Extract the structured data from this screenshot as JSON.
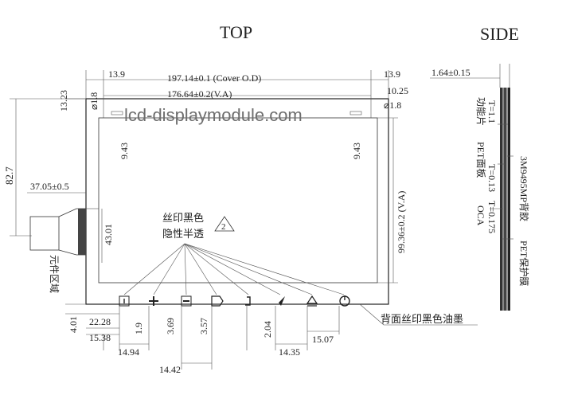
{
  "views": {
    "top": "TOP",
    "side": "SIDE"
  },
  "watermark": "lcd-displaymodule.com",
  "top_view": {
    "dims": {
      "margin_left": "13.9",
      "cover_od": "197.14±0.1 (Cover O.D)",
      "margin_right": "13.9",
      "va_width": "176.64±0.2(V.A)",
      "right_offset": "10.25",
      "left_offset_vertical": "13.23",
      "hole_left": "⌀1.8",
      "hole_right": "⌀1.8",
      "inner_left": "9.43",
      "inner_right": "9.43",
      "overall_height": "82.7",
      "fpc_width": "37.05±0.5",
      "fpc_height": "43.01",
      "va_height": "99.36±0.2 (V.A)",
      "bottom_offset": "4.01",
      "d1": "22.28",
      "d2": "1.9",
      "d3": "3.69",
      "d4": "3.57",
      "d5": "2.04",
      "d6": "15.07",
      "d7": "15.38",
      "d8": "14.94",
      "d9": "14.35",
      "d10": "14.42"
    },
    "notes": {
      "silk_line1": "丝印黑色",
      "silk_line2": "隐性半透",
      "callout_number": "2",
      "component_area": "元件区域",
      "back_ink": "背面丝印黑色油墨"
    }
  },
  "side_view": {
    "thickness": "1.64±0.15",
    "layer1_label": "功能片",
    "layer1_t": "T=1.1",
    "layer2_label": "PET面板",
    "layer3_label": "3M9495MP背胶",
    "layer3_t": "T=0.13",
    "layer4_label": "OCA",
    "layer4_t": "T=0.175",
    "layer5_label": "PET保护膜"
  },
  "icons": [
    "menu-icon",
    "plus-icon",
    "minus-icon",
    "back-icon",
    "music-icon",
    "navigation-icon",
    "eject-icon",
    "power-icon"
  ]
}
